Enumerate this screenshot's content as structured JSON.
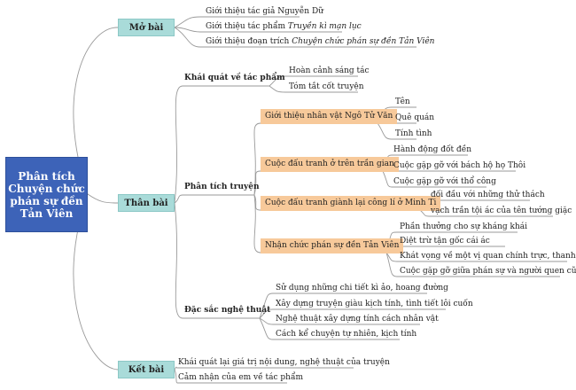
{
  "diagram": {
    "root": "Phân tích Chuyện chức phán sự đền Tản Viên",
    "sections": {
      "mo_bai": {
        "label": "Mở bài",
        "leaves": [
          {
            "text": "Giới thiệu tác giả Nguyễn Dữ"
          },
          {
            "prefix": "Giới thiệu tác phẩm ",
            "italic": "Truyền kì mạn lục"
          },
          {
            "prefix": "Giới thiệu đoạn trích ",
            "italic": "Chuyện chức phán sự đền Tản Viên"
          }
        ]
      },
      "than_bai": {
        "label": "Thân bài",
        "khai_quat": {
          "label": "Khái quát về tác phẩm",
          "leaves": [
            "Hoàn cảnh sáng tác",
            "Tóm tắt cốt truyện"
          ]
        },
        "phan_tich": {
          "label": "Phân tích truyện",
          "topics": [
            {
              "label": "Giới thiệu nhân vật Ngô Tử Văn",
              "leaves": [
                "Tên",
                "Quê quán",
                "Tính tình"
              ]
            },
            {
              "label": "Cuộc đấu tranh ở trên trần gian",
              "leaves": [
                "Hành động đốt đền",
                "Cuộc gặp gỡ với bách hộ họ Thôi",
                "Cuộc gặp gỡ với thổ công"
              ]
            },
            {
              "label": "Cuộc đấu tranh giành lại công lí ở Minh Ti",
              "leaves": [
                "đối đầu với những thử thách",
                "vạch trần tội ác của tên tướng giặc"
              ]
            },
            {
              "label": "Nhận chức phán sự đền Tản Viên",
              "leaves": [
                "Phần thưởng cho sự kháng khái",
                "Diệt trừ tận gốc cái ác",
                "Khát vọng về một vị quan chính trực, thanh liêm",
                "Cuộc gặp gỡ giữa phán sự và người quen cũ"
              ]
            }
          ]
        },
        "dac_sac": {
          "label": "Đặc sắc nghệ thuật",
          "leaves": [
            "Sử dụng những chi tiết kì ảo, hoang đường",
            "Xây dựng truyện giàu kịch tính, tình tiết lôi cuốn",
            "Nghệ thuật xây dựng tính cách nhân vật",
            "Cách kể chuyện tự nhiên, kịch tính"
          ]
        }
      },
      "ket_bai": {
        "label": "Kết bài",
        "leaves": [
          "Khái quát lại giá trị nội dung, nghệ thuật của truyện",
          "Cảm nhận của em về tác phẩm"
        ]
      }
    }
  }
}
